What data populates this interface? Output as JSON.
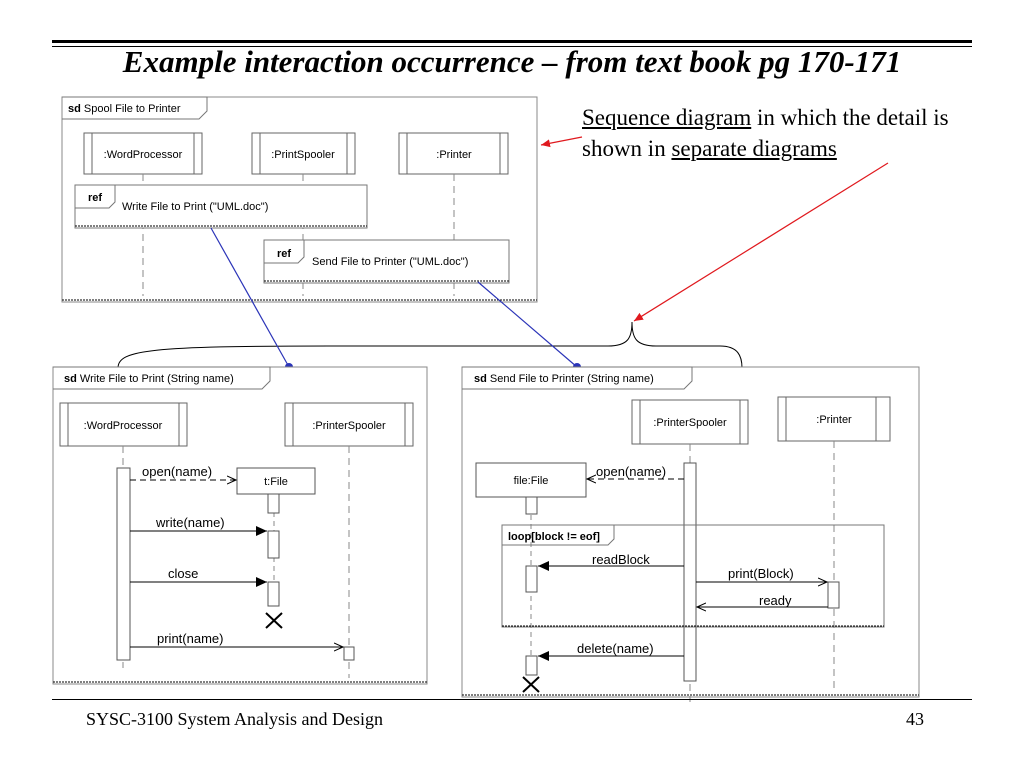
{
  "slide": {
    "title": "Example interaction occurrence – from text book pg 170-171",
    "note": {
      "link1": "Sequence diagram",
      "text1": " in which the detail is shown in ",
      "link2": "separate diagrams"
    },
    "footer_left": "SYSC-3100  System Analysis and Design",
    "footer_right": "43"
  },
  "colors": {
    "red_arrow": "#e0191e",
    "blue_line": "#2b34b8"
  },
  "diagram_main": {
    "keyword": "sd",
    "name": "Spool File to Printer",
    "lifelines": [
      ":WordProcessor",
      ":PrintSpooler",
      ":Printer"
    ],
    "refs": [
      {
        "keyword": "ref",
        "text": "Write File to Print (\"UML.doc\")"
      },
      {
        "keyword": "ref",
        "text": "Send File to Printer (\"UML.doc\")"
      }
    ]
  },
  "diagram_write": {
    "keyword": "sd",
    "name": "Write File to Print (String name)",
    "lifelines": [
      ":WordProcessor",
      ":PrinterSpooler"
    ],
    "created": "t:File",
    "messages": [
      "open(name)",
      "write(name)",
      "close",
      "print(name)"
    ]
  },
  "diagram_send": {
    "keyword": "sd",
    "name": "Send File to Printer (String name)",
    "lifelines": [
      ":PrinterSpooler",
      ":Printer"
    ],
    "created": "file:File",
    "loop": "loop[block != eof]",
    "messages": [
      "open(name)",
      "readBlock",
      "print(Block)",
      "ready",
      "delete(name)"
    ]
  }
}
